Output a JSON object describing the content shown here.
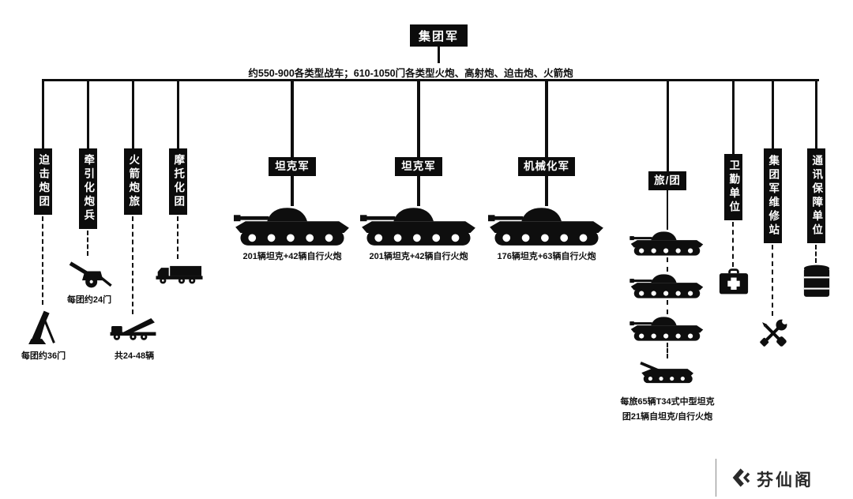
{
  "colors": {
    "ink": "#0e0e0e",
    "background": "#ffffff"
  },
  "header": {
    "title": "集团军",
    "summary": "约550-900各类型战车；610-1050门各类型火炮、高射炮、迫击炮、火箭炮"
  },
  "artillery_units": [
    {
      "label": "迫击炮团",
      "icon": "mortar-icon",
      "note": "每团约36门"
    },
    {
      "label": "牵引化炮兵",
      "icon": "field-howitzer-icon",
      "note": "每团约24门"
    },
    {
      "label": "火箭炮旅",
      "icon": "rocket-launcher-truck-icon",
      "note": "共24-48辆"
    },
    {
      "label": "摩托化团",
      "icon": "truck-icon",
      "note": ""
    }
  ],
  "corps": [
    {
      "label": "坦克军",
      "icon": "tank-icon",
      "note": "201辆坦克+42辆自行火炮"
    },
    {
      "label": "坦克军",
      "icon": "tank-icon",
      "note": "201辆坦克+42辆自行火炮"
    },
    {
      "label": "机械化军",
      "icon": "tank-icon",
      "note": "176辆坦克+63辆自行火炮"
    }
  ],
  "brigade": {
    "label": "旅/团",
    "icon": "tank-icon",
    "spg_icon": "self-propelled-gun-icon",
    "tank_rows": 4,
    "note_line1": "每旅65辆T34式中型坦克",
    "note_line2": "团21辆自坦克/自行火炮"
  },
  "support_units": [
    {
      "label": "卫勤单位",
      "icon": "first-aid-kit-icon"
    },
    {
      "label": "集团军维修站",
      "icon": "repair-tools-icon"
    },
    {
      "label": "通讯保障单位",
      "icon": "supply-drum-icon"
    }
  ],
  "watermark": {
    "brand": "芬仙阁",
    "icon": "quote-logo-icon"
  }
}
